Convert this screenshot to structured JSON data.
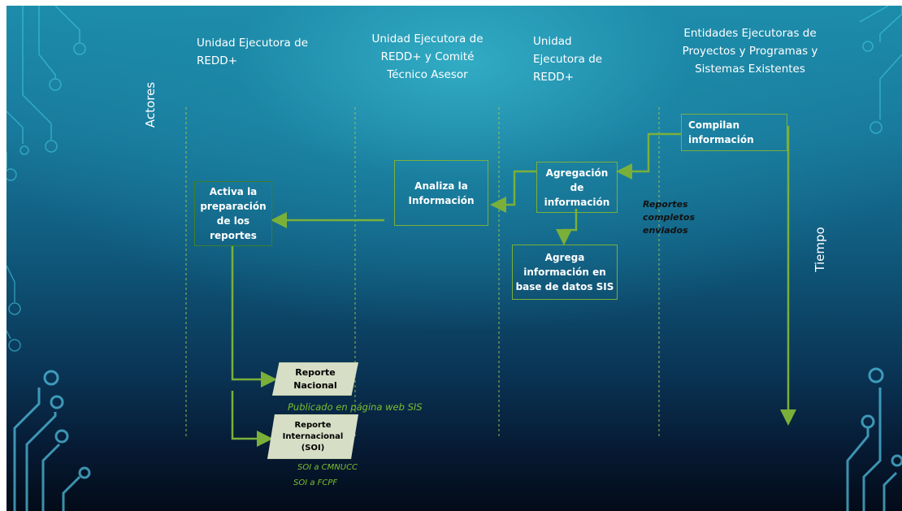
{
  "headers": {
    "col1": [
      "Unidad Ejecutora de",
      "REDD+"
    ],
    "col2": [
      "Unidad Ejecutora de",
      "REDD+ y Comité",
      "Técnico Asesor"
    ],
    "col3": [
      "Unidad",
      "Ejecutora de",
      "REDD+"
    ],
    "col4": [
      "Entidades Ejecutoras de",
      "Proyectos y Programas y",
      "Sistemas Existentes"
    ]
  },
  "side_labels": {
    "actors": "Actores",
    "time": "Tiempo"
  },
  "nodes": {
    "compilan": [
      "Compilan",
      "información"
    ],
    "agregacion": [
      "Agregación",
      "de",
      "información"
    ],
    "analiza": [
      "Analiza la",
      "Información"
    ],
    "activa": [
      "Activa la",
      "preparación",
      "de los",
      "reportes"
    ],
    "agrega_sis": [
      "Agrega",
      "información en",
      "base de datos SIS"
    ],
    "reporte_nacional": [
      "Reporte",
      "Nacional"
    ],
    "reporte_internacional": [
      "Reporte",
      "Internacional",
      "(SOI)"
    ]
  },
  "notes": {
    "reportes_enviados": [
      "Reportes",
      "completos",
      "enviados"
    ],
    "publicado": "Publicado en página web SIS",
    "soi_cmnucc": "SOI a CMNUCC",
    "soi_fcpf": "SOI a FCPF"
  },
  "colors": {
    "line": "#7ab03a",
    "lane": "#a6c84a",
    "text": "#ffffff"
  }
}
